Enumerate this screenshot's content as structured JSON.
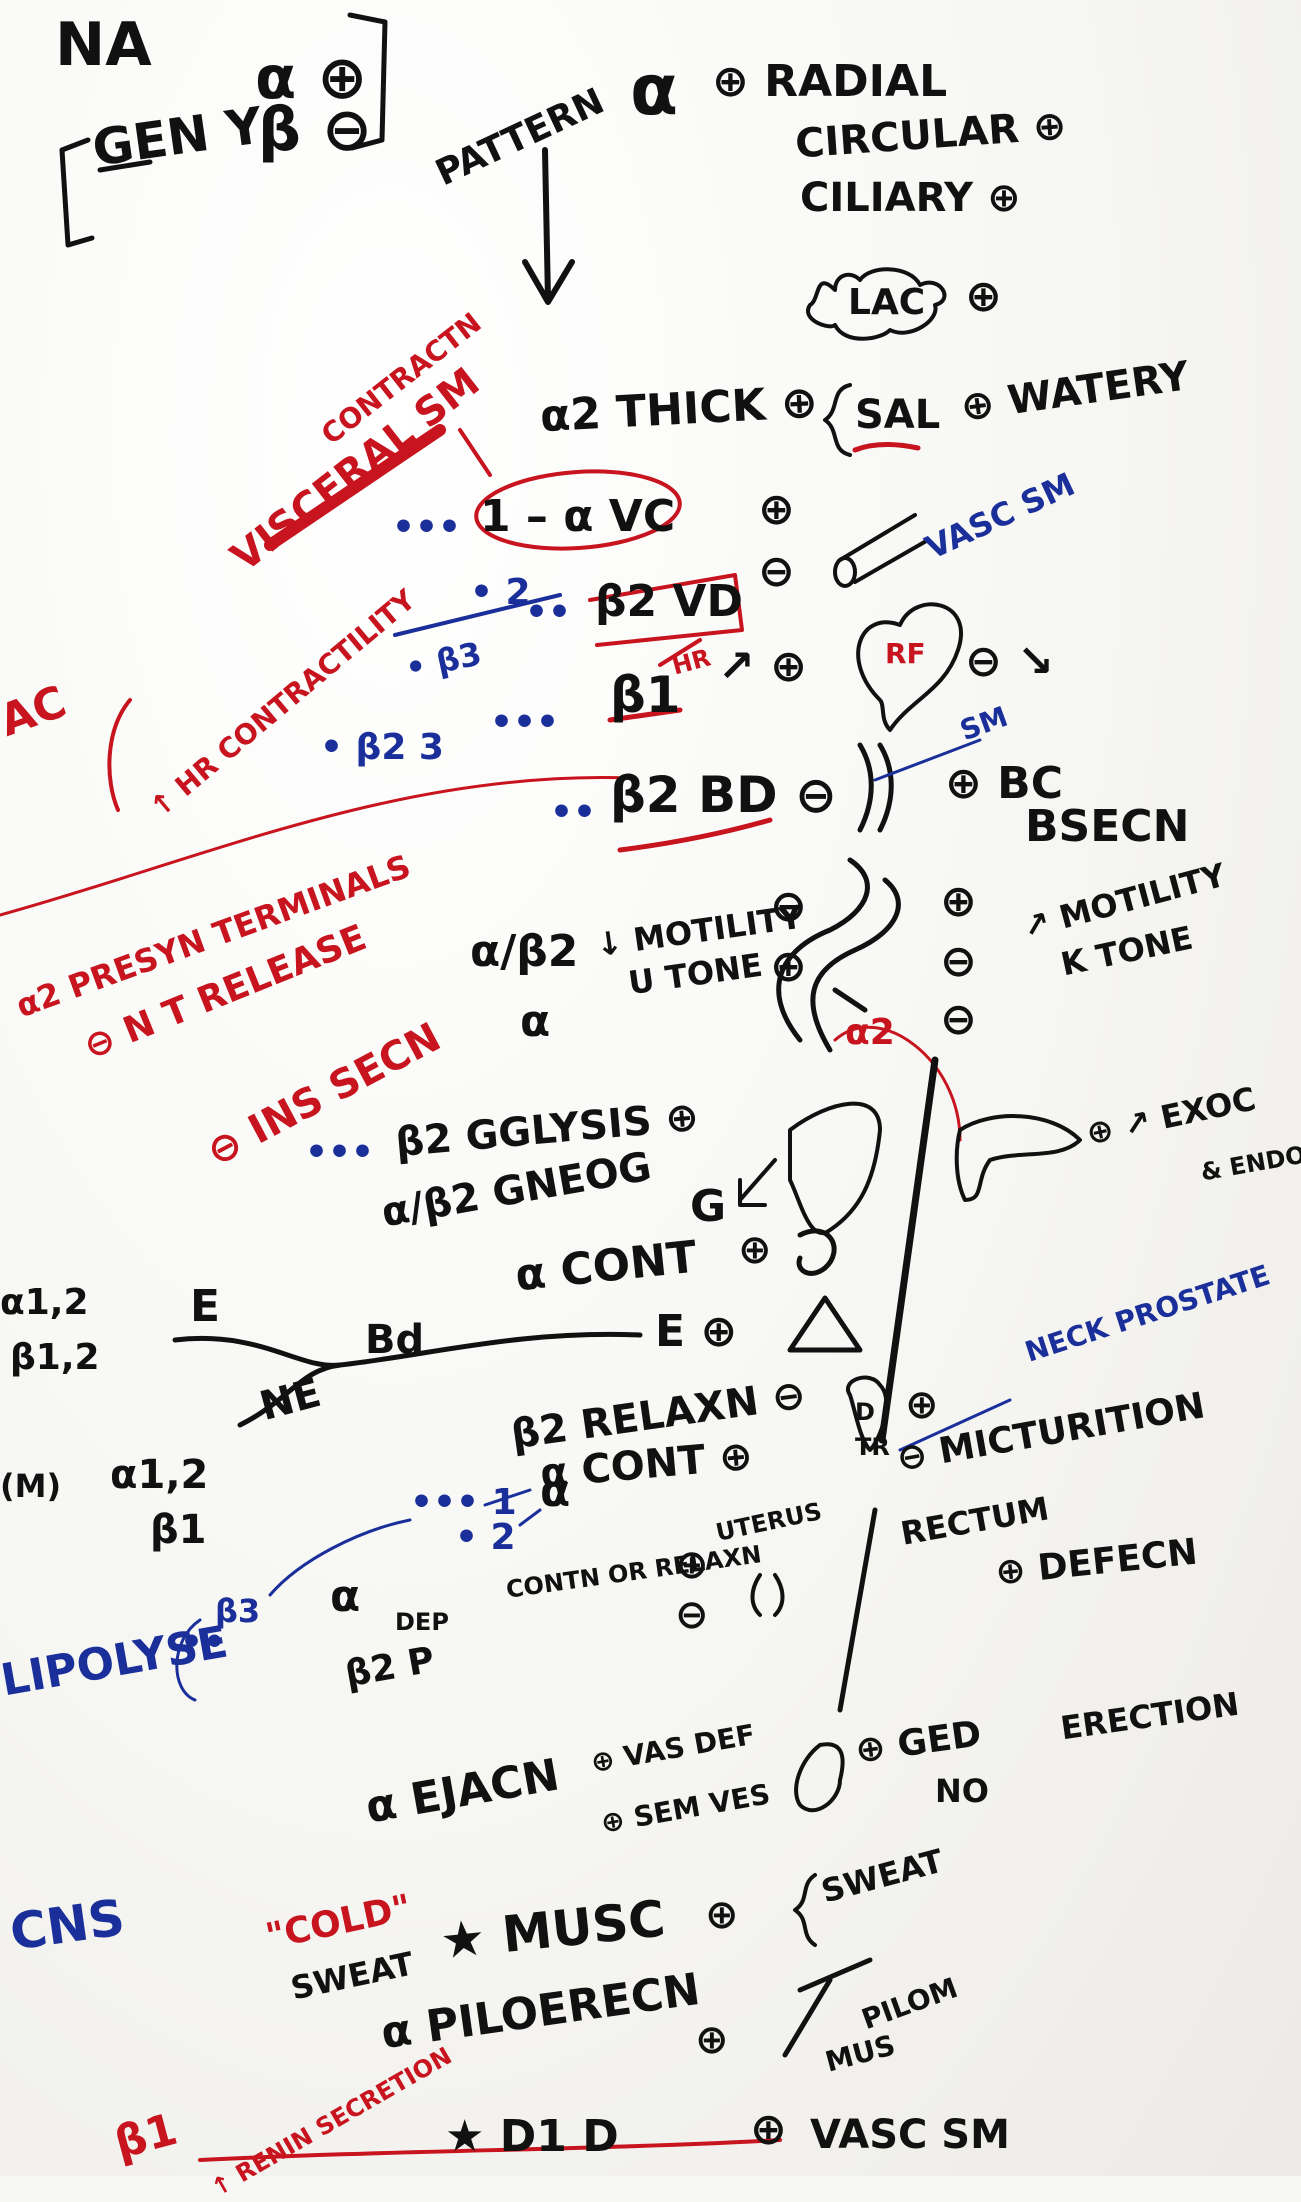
{
  "colors": {
    "ink_black": "#111111",
    "ink_red": "#c8141e",
    "ink_blue": "#1a2f9a"
  },
  "header": {
    "na": "NA",
    "gen": "GEN Y",
    "alpha_plus": "α ⊕",
    "beta_minus": "β ⊖",
    "pattern": "PATTERN"
  },
  "eye": {
    "alpha": "α",
    "radial": "⊕ RADIAL",
    "circular": "CIRCULAR ⊕",
    "ciliary": "CILIARY ⊕",
    "lac": "LAC",
    "lac_plus": "⊕"
  },
  "salivary": {
    "alpha2_thick": "α2 THICK ⊕",
    "sal": "SAL",
    "watery": "⊕ WATERY"
  },
  "red_notes": {
    "visceral_sm": "VISCERAL SM",
    "contraction": "CONTRACTN",
    "hr_contractility": "↑ HR CONTRACTILITY",
    "pre_syn": "α2 PRESYN TERMINALS",
    "nt_release": "⊖ N T RELEASE",
    "ins_secretion": "⊖ INS SECN",
    "ac": "AC",
    "beta1": "β1",
    "renin": "↑ RENIN SECRETION"
  },
  "vascular": {
    "alpha1_vc": "1 – α VC",
    "plus": "⊕",
    "minus": "⊖",
    "vasc_sm": "VASC SM",
    "beta2_vd": "β2 VD",
    "dots2": "• 2",
    "beta3": "• β3"
  },
  "heart": {
    "beta1": "β1",
    "hr": "HR",
    "hr_plus": "↗ ⊕",
    "rf": "RF",
    "rf_minus": "⊖ ↘"
  },
  "bronchi": {
    "beta23": "• β2 3",
    "beta2_bd": "β2 BD ⊖",
    "sm": "SM",
    "bc": "⊕ BC",
    "bsec": "BSECN"
  },
  "gut": {
    "alpha_beta2": "α/β2",
    "motility_down": "↓ MOTILITY",
    "tone_up": "U TONE",
    "alpha": "α",
    "motility_up": "↗ MOTILITY",
    "tone_k": "K TONE",
    "alpha2": "α2"
  },
  "liver": {
    "beta2_glys": "β2 GGLYSIS ⊕",
    "gneog": "α/β2 GNEOG",
    "g": "G",
    "exoc": "⊕ ↗ EXOC",
    "endoc": "& ENDOC",
    "alpha_cont": "α CONT",
    "cont_plus": "⊕"
  },
  "adrenal": {
    "alpha12": "α1,2",
    "beta12": "β1,2",
    "e_top": "E",
    "bd": "Bd",
    "ne": "NE",
    "e_right": "E ⊕",
    "left_alpha": "α1,2",
    "left_beta": "β1",
    "left_frag": "(M)"
  },
  "bladder": {
    "beta2_relax": "β2 RELAXN ⊖",
    "alpha_cont": "α CONT ⊕",
    "micturition": "⊖ MICTURITION",
    "neck": "NECK PROSTATE",
    "d": "D",
    "tr": "TR"
  },
  "uterus": {
    "dots_1": "••• 1",
    "dots_2": "• 2",
    "alpha": "α",
    "beta3_dots": "β3",
    "dep": "DEP",
    "beta2_p": "β2 P",
    "contn_relaxn": "CONTN OR RELAXN",
    "uterus": "UTERUS",
    "plus": "⊕",
    "minus": "⊖",
    "rectum": "RECTUM",
    "defecn": "⊕ DEFECN",
    "lipo": "LIPOLYSE"
  },
  "repro": {
    "alpha_ejac": "α EJACN",
    "vas_def": "⊕ VAS DEF",
    "sem_ves": "⊕ SEM VES",
    "ged": "⊕ GED",
    "erection": "ERECTION",
    "no": "NO"
  },
  "skin": {
    "cold": "\"COLD\"",
    "sweat": "SWEAT",
    "musc": "★ MUSC",
    "musc_plus": "⊕",
    "sweat_r": "SWEAT",
    "alpha_pilo": "α PILOERECN",
    "pilo_plus": "⊕",
    "pilom": "PILOM",
    "musc2": "MUS",
    "cns": "CNS"
  },
  "bottom": {
    "d1d": "★ D1 D",
    "vasc_sm": "VASC SM",
    "plus": "⊕"
  }
}
